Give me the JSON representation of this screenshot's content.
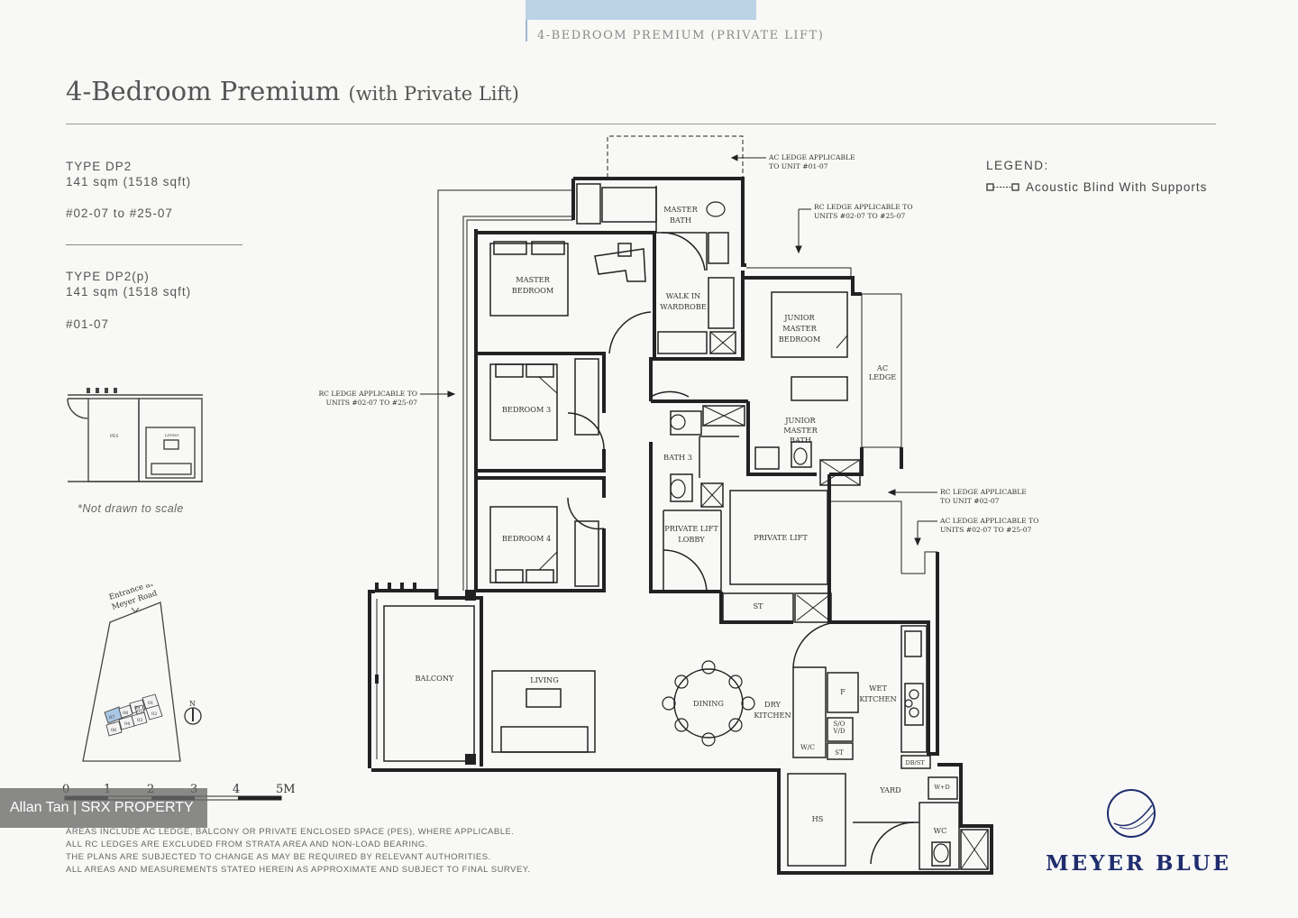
{
  "header": {
    "banner": "4-BEDROOM PREMIUM (PRIVATE LIFT)"
  },
  "title": {
    "main": "4-Bedroom Premium",
    "sub": "(with Private Lift)"
  },
  "types": [
    {
      "name": "TYPE DP2",
      "area": "141 sqm (1518 sqft)",
      "units": "#02-07 to #25-07"
    },
    {
      "name": "TYPE DP2(p)",
      "area": "141 sqm (1518 sqft)",
      "units": "#01-07"
    }
  ],
  "key_plan": {
    "pes_label": "PES",
    "living_label": "LIVING",
    "note": "*Not drawn to scale"
  },
  "site_plan": {
    "entrance_line1": "Entrance at",
    "entrance_line2": "Meyer Road",
    "north": "N",
    "blocks": [
      "01",
      "02",
      "03",
      "04",
      "05",
      "06",
      "07",
      "08",
      "09"
    ]
  },
  "scale": {
    "ticks": [
      "0",
      "1",
      "2",
      "3",
      "4",
      "5M"
    ]
  },
  "legend": {
    "title": "LEGEND:",
    "item": "Acoustic Blind With Supports"
  },
  "rooms": {
    "master_bedroom": [
      "MASTER",
      "BEDROOM"
    ],
    "master_bath": [
      "MASTER",
      "BATH"
    ],
    "walk_in_wardrobe": [
      "WALK IN",
      "WARDROBE"
    ],
    "junior_master_bedroom": [
      "JUNIOR",
      "MASTER",
      "BEDROOM"
    ],
    "junior_master_bath": [
      "JUNIOR",
      "MASTER",
      "BATH"
    ],
    "ac_ledge": [
      "AC",
      "LEDGE"
    ],
    "bedroom3": "BEDROOM 3",
    "bedroom4": "BEDROOM 4",
    "bath3": "BATH 3",
    "private_lift_lobby": [
      "PRIVATE LIFT",
      "LOBBY"
    ],
    "private_lift": "PRIVATE LIFT",
    "store": "ST",
    "balcony": "BALCONY",
    "living": "LIVING",
    "dining": "DINING",
    "dry_kitchen": [
      "DRY",
      "KITCHEN"
    ],
    "wet_kitchen": [
      "WET",
      "KITCHEN"
    ],
    "fridge": "F",
    "sovd": [
      "S/O",
      "V/D"
    ],
    "wc_small": "W/C",
    "st2": "ST",
    "db_st": "DB/ST",
    "yard": "YARD",
    "hs": "HS",
    "wd": "W+D",
    "wc": "WC"
  },
  "annotations": {
    "ac_ledge_0107": [
      "AC LEDGE APPLICABLE",
      "TO UNIT #01-07"
    ],
    "rc_ledge_top": [
      "RC LEDGE APPLICABLE TO",
      "UNITS #02-07 TO #25-07"
    ],
    "rc_ledge_left": [
      "RC LEDGE APPLICABLE TO",
      "UNITS #02-07 TO #25-07"
    ],
    "rc_ledge_0207": [
      "RC LEDGE APPLICABLE",
      "TO UNIT #02-07"
    ],
    "ac_ledge_right": [
      "AC LEDGE APPLICABLE TO",
      "UNITS #02-07 TO #25-07"
    ]
  },
  "disclaimer": [
    "AREAS INCLUDE AC LEDGE, BALCONY OR PRIVATE ENCLOSED SPACE (PES), WHERE APPLICABLE.",
    "ALL RC LEDGES ARE EXCLUDED FROM STRATA AREA AND NON-LOAD BEARING.",
    "THE PLANS ARE SUBJECTED TO CHANGE AS MAY BE REQUIRED BY RELEVANT AUTHORITIES.",
    "ALL AREAS AND MEASUREMENTS STATED HEREIN AS APPROXIMATE AND SUBJECT TO FINAL SURVEY."
  ],
  "brand": "MEYER BLUE",
  "watermark": "Allan Tan | SRX PROPERTY",
  "colors": {
    "brand": "#1f2d6e",
    "banner": "#bcd3e6",
    "highlight": "#a9c6e4"
  }
}
